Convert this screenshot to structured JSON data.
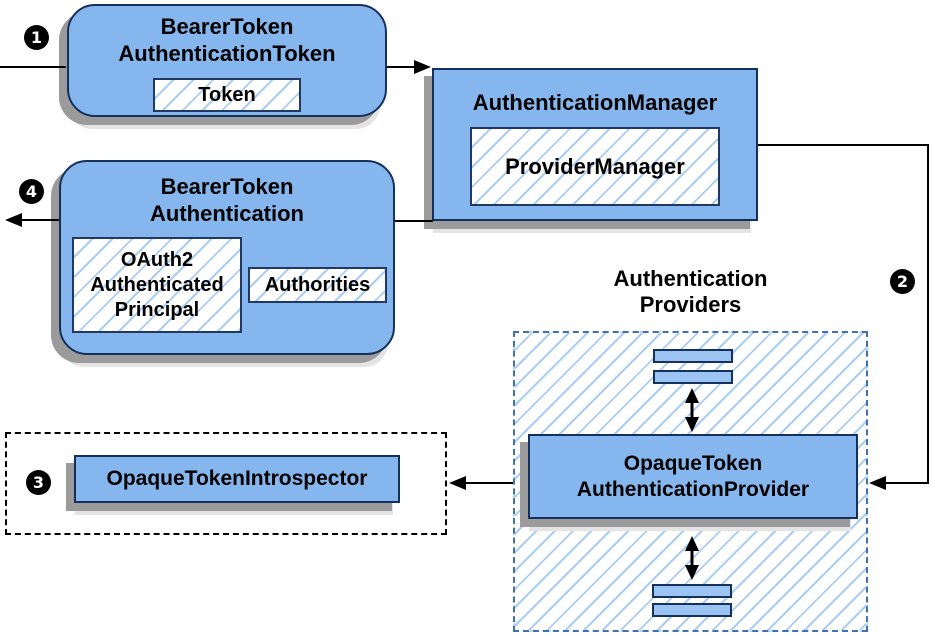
{
  "badges": {
    "step1": "1",
    "step2": "2",
    "step3": "3",
    "step4": "4"
  },
  "nodes": {
    "bearer_token_authentication_token": {
      "title": "BearerToken\nAuthenticationToken",
      "child": "Token"
    },
    "authentication_manager": {
      "title": "AuthenticationManager",
      "child": "ProviderManager"
    },
    "bearer_token_authentication": {
      "title": "BearerToken\nAuthentication",
      "principal": "OAuth2\nAuthenticated\nPrincipal",
      "authorities": "Authorities"
    },
    "opaque_token_introspector": {
      "title": "OpaqueTokenIntrospector"
    },
    "authentication_providers": {
      "label": "Authentication\nProviders"
    },
    "opaque_token_authentication_provider": {
      "title": "OpaqueToken\nAuthenticationProvider"
    }
  },
  "colors": {
    "node_fill": "#85B7EE",
    "node_border": "#14315E",
    "small_rect_fill": "#9CC4F2",
    "hatch_line": "#A9CDF3",
    "providers_dashed_border": "#3F6FB5",
    "introspector_dashed_border": "#000000",
    "arrow": "#000000",
    "badge_background": "#000000",
    "badge_text": "#FFFFFF",
    "shadow_dark": "#9B9B9B",
    "shadow_light": "#E4E4E4"
  }
}
